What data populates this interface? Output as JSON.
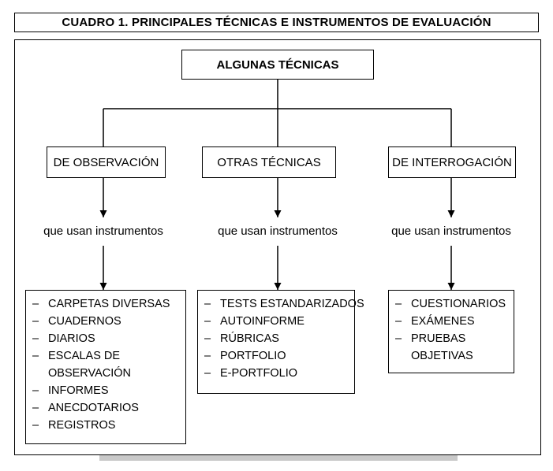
{
  "title": "CUADRO 1. PRINCIPALES TÉCNICAS E INSTRUMENTOS DE EVALUACIÓN",
  "root": "ALGUNAS TÉCNICAS",
  "columns": [
    {
      "technique": "DE OBSERVACIÓN",
      "connector": "que usan instrumentos",
      "items": [
        "CARPETAS DIVERSAS",
        "CUADERNOS",
        "DIARIOS",
        "ESCALAS DE",
        "OBSERVACIÓN",
        "INFORMES",
        "ANECDOTARIOS",
        "REGISTROS"
      ]
    },
    {
      "technique": "OTRAS TÉCNICAS",
      "connector": "que usan instrumentos",
      "items": [
        "TESTS ESTANDARIZADOS",
        "AUTOINFORME",
        "RÚBRICAS",
        "PORTFOLIO",
        "E-PORTFOLIO"
      ]
    },
    {
      "technique": "DE INTERROGACIÓN",
      "connector": "que usan instrumentos",
      "items": [
        "CUESTIONARIOS",
        "EXÁMENES",
        "PRUEBAS",
        "OBJETIVAS"
      ]
    }
  ]
}
